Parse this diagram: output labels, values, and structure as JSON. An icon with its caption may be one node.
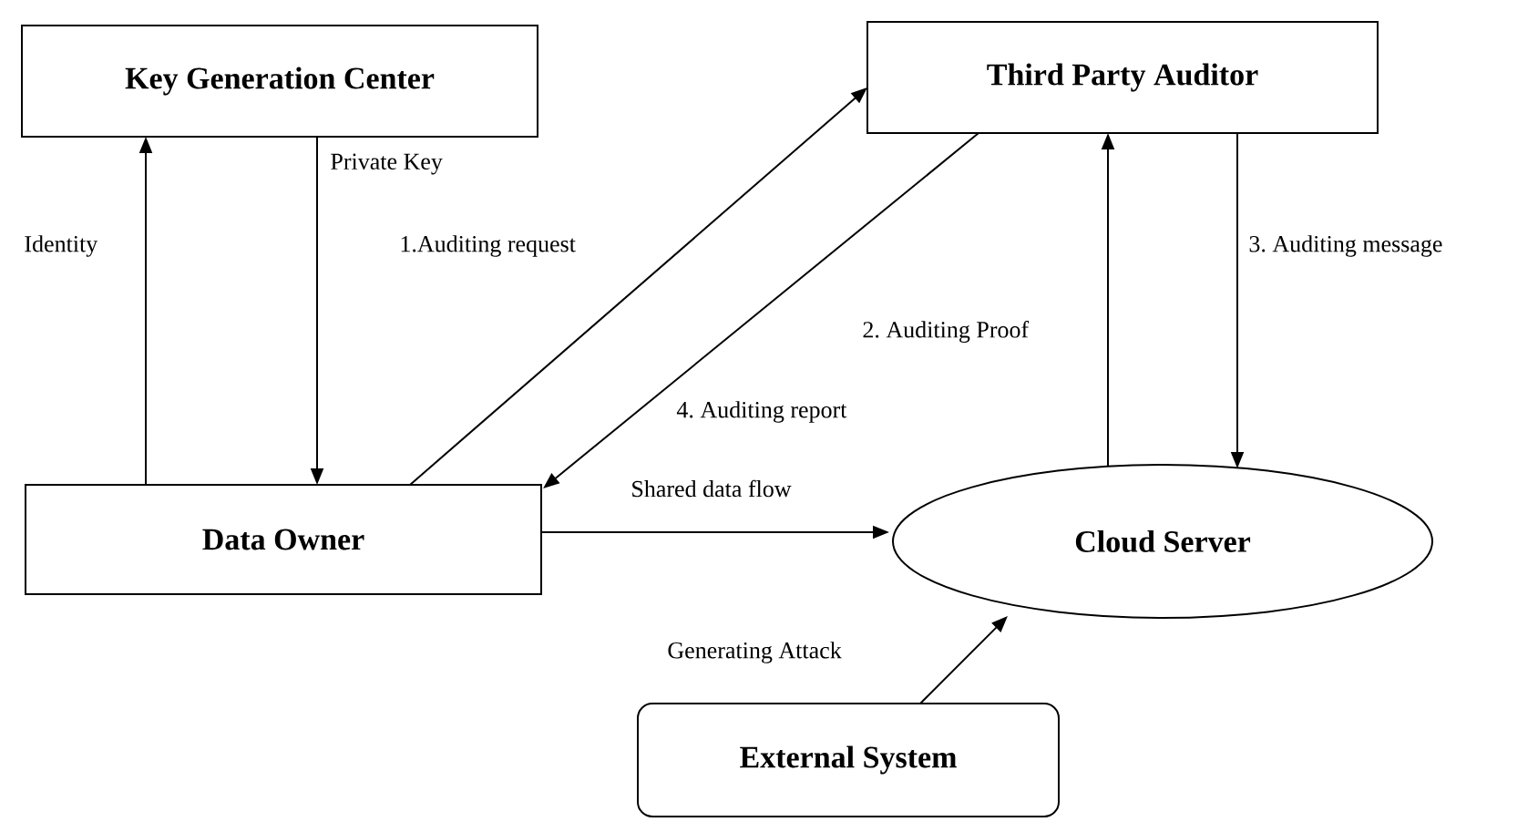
{
  "diagram": {
    "nodes": [
      {
        "text": [
          "Key Generation Center"
        ]
      },
      {
        "text": [
          "Third Party Auditor"
        ]
      },
      {
        "text": [
          "Data Owner"
        ]
      },
      {
        "text": [
          "Cloud Server"
        ]
      },
      {
        "text": [
          "External System"
        ]
      }
    ],
    "edges": [
      {
        "from": 2,
        "to": 0,
        "arrow": "to",
        "label": "Identity"
      },
      {
        "from": 0,
        "to": 2,
        "arrow": "to",
        "label": "Private Key"
      },
      {
        "from": 2,
        "to": 1,
        "arrow": "to",
        "label": "1.Auditing request"
      },
      {
        "from": 3,
        "to": 1,
        "arrow": "to",
        "label": "2. Auditing Proof"
      },
      {
        "from": 1,
        "to": 3,
        "arrow": "to",
        "label": "3. Auditing message"
      },
      {
        "from": 1,
        "to": 2,
        "arrow": "to",
        "label": "4. Auditing report"
      },
      {
        "from": 2,
        "to": 3,
        "arrow": "to",
        "label": "Shared data flow"
      },
      {
        "from": 4,
        "to": 3,
        "arrow": "to",
        "label": "Generating Attack"
      }
    ]
  }
}
